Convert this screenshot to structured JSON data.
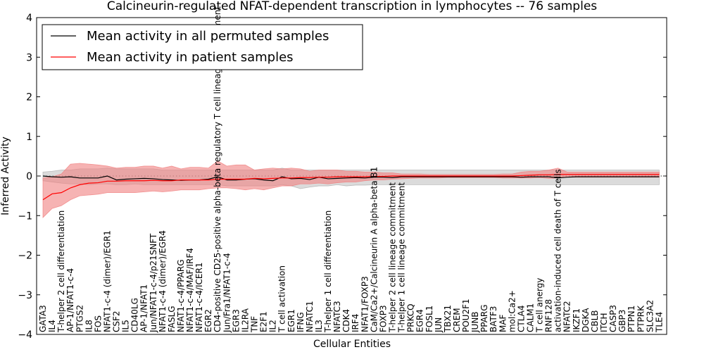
{
  "chart_data": {
    "type": "line",
    "title": "Calcineurin-regulated NFAT-dependent transcription in lymphocytes -- 76 samples",
    "xlabel": "Cellular Entities",
    "ylabel": "Inferred Activity",
    "ylim": [
      -4,
      4
    ],
    "yticks": [
      -4,
      -3,
      -2,
      -1,
      0,
      1,
      2,
      3,
      4
    ],
    "legend_position": "top-left",
    "categories": [
      "GATA3",
      "IL4",
      "T-helper 2 cell differentiation",
      "AP-1/NFAT1-c-4",
      "PTGS2",
      "IL8",
      "FOS",
      "NFAT1-c-4 (dimer)/EGR1",
      "CSF2",
      "IL5",
      "CD40LG",
      "AP-1/NFAT1",
      "Jun/NFAT1-c-4/p21SNFT",
      "NFAT1-c-4 (dimer)/EGR4",
      "FASLG",
      "NFAT1-c-4/PPARG",
      "NFAT1-c-4/MAF/IRF4",
      "NFAT1-c-4/ICER1",
      "EGR2",
      "CD4-positive CD25-positive alpha-beta regulatory T cell lineage commitment",
      "Jun/Fra1/NFAT1-c-4",
      "EGR3",
      "IL2RA",
      "TNF",
      "E2F1",
      "IL2",
      "T cell activation",
      "EGR1",
      "IFNG",
      "NFATC1",
      "IL3",
      "T-helper 1 cell differentiation",
      "NFATC3",
      "CDK4",
      "IRF4",
      "NFAT1/FOXP3",
      "CaM/Ca2+/Calcineurin A alpha-beta B1",
      "FOXP3",
      "T-helper 2 cell lineage commitment",
      "T-helper 1 cell lineage commitment",
      "PRKCQ",
      "EGR4",
      "FOSL1",
      "JUN",
      "TBX21",
      "CREM",
      "POU2F1",
      "JUNB",
      "PPARG",
      "BATF3",
      "MAF",
      "mol:Ca2+",
      "CTLA4",
      "CALM1",
      "T cell anergy",
      "RNF128",
      "activation-induced cell death of T cells",
      "NFATC2",
      "IKZF1",
      "DGKA",
      "CBLB",
      "ITCH",
      "CASP3",
      "GBP3",
      "PTPN1",
      "PTPRK",
      "SLC3A2",
      "TLE4"
    ],
    "series": [
      {
        "name": "Mean activity in all permuted samples",
        "color": "#000000",
        "band_color": "#b0b0b0",
        "values": [
          0,
          -0.02,
          -0.03,
          -0.02,
          -0.05,
          -0.05,
          -0.05,
          0.0,
          -0.1,
          -0.08,
          -0.07,
          -0.06,
          -0.07,
          -0.09,
          -0.1,
          -0.11,
          -0.1,
          -0.1,
          -0.08,
          -0.02,
          -0.1,
          -0.1,
          -0.08,
          -0.07,
          -0.1,
          -0.12,
          -0.02,
          -0.07,
          -0.06,
          -0.09,
          -0.03,
          -0.07,
          -0.06,
          -0.05,
          -0.04,
          -0.05,
          -0.03,
          -0.03,
          -0.04,
          -0.02,
          -0.02,
          -0.02,
          -0.02,
          -0.02,
          -0.02,
          -0.02,
          -0.02,
          -0.02,
          -0.02,
          -0.02,
          -0.02,
          -0.02,
          -0.03,
          -0.02,
          -0.02,
          -0.02,
          -0.05,
          -0.03,
          -0.02,
          -0.02,
          -0.02,
          -0.02,
          -0.02,
          -0.02,
          -0.02,
          -0.02,
          -0.02,
          -0.02
        ],
        "lower": [
          -0.12,
          -0.15,
          -0.18,
          -0.2,
          -0.2,
          -0.22,
          -0.2,
          -0.2,
          -0.22,
          -0.22,
          -0.2,
          -0.22,
          -0.22,
          -0.22,
          -0.22,
          -0.22,
          -0.22,
          -0.22,
          -0.22,
          -0.22,
          -0.25,
          -0.25,
          -0.25,
          -0.25,
          -0.25,
          -0.25,
          -0.22,
          -0.25,
          -0.32,
          -0.28,
          -0.25,
          -0.25,
          -0.22,
          -0.25,
          -0.23,
          -0.23,
          -0.22,
          -0.22,
          -0.22,
          -0.22,
          -0.22,
          -0.22,
          -0.22,
          -0.22,
          -0.22,
          -0.22,
          -0.22,
          -0.22,
          -0.22,
          -0.22,
          -0.22,
          -0.22,
          -0.22,
          -0.22,
          -0.22,
          -0.22,
          -0.22,
          -0.22,
          -0.22,
          -0.22,
          -0.22,
          -0.22,
          -0.22,
          -0.22,
          -0.22,
          -0.22,
          -0.22,
          -0.22
        ],
        "upper": [
          0.1,
          0.12,
          0.15,
          0.15,
          0.18,
          0.18,
          0.18,
          0.2,
          0.18,
          0.18,
          0.18,
          0.18,
          0.18,
          0.15,
          0.15,
          0.15,
          0.15,
          0.15,
          0.15,
          0.15,
          0.15,
          0.15,
          0.15,
          0.15,
          0.15,
          0.15,
          0.2,
          0.15,
          0.15,
          0.15,
          0.15,
          0.15,
          0.15,
          0.15,
          0.15,
          0.15,
          0.15,
          0.15,
          0.15,
          0.15,
          0.15,
          0.15,
          0.15,
          0.15,
          0.15,
          0.15,
          0.15,
          0.15,
          0.15,
          0.15,
          0.15,
          0.15,
          0.15,
          0.15,
          0.15,
          0.15,
          0.15,
          0.15,
          0.15,
          0.15,
          0.15,
          0.15,
          0.15,
          0.15,
          0.15,
          0.15,
          0.15,
          0.15
        ]
      },
      {
        "name": "Mean activity in patient samples",
        "color": "#ff0000",
        "band_color": "#f08080",
        "values": [
          -0.6,
          -0.45,
          -0.42,
          -0.3,
          -0.22,
          -0.18,
          -0.17,
          -0.13,
          -0.13,
          -0.12,
          -0.12,
          -0.12,
          -0.11,
          -0.12,
          -0.12,
          -0.1,
          -0.1,
          -0.1,
          -0.1,
          -0.08,
          -0.08,
          -0.08,
          -0.08,
          -0.06,
          -0.07,
          -0.06,
          -0.05,
          -0.05,
          -0.04,
          -0.04,
          -0.03,
          -0.03,
          -0.02,
          -0.02,
          -0.02,
          -0.02,
          -0.01,
          -0.01,
          0,
          0,
          0,
          0,
          0,
          0,
          0,
          0,
          0,
          0,
          0,
          0,
          0,
          0,
          0.01,
          0.02,
          0.03,
          0.03,
          0.04,
          0.04,
          0.04,
          0.04,
          0.04,
          0.04,
          0.04,
          0.04,
          0.04,
          0.04,
          0.04,
          0.04
        ],
        "lower": [
          -1.05,
          -0.82,
          -0.75,
          -0.6,
          -0.5,
          -0.48,
          -0.46,
          -0.42,
          -0.42,
          -0.42,
          -0.42,
          -0.4,
          -0.38,
          -0.4,
          -0.38,
          -0.35,
          -0.35,
          -0.35,
          -0.32,
          -0.3,
          -0.3,
          -0.32,
          -0.35,
          -0.32,
          -0.35,
          -0.3,
          -0.25,
          -0.25,
          -0.2,
          -0.2,
          -0.18,
          -0.2,
          -0.17,
          -0.15,
          -0.15,
          -0.12,
          -0.1,
          -0.1,
          -0.08,
          -0.07,
          -0.06,
          -0.05,
          -0.05,
          -0.05,
          -0.04,
          -0.04,
          -0.04,
          -0.04,
          -0.04,
          -0.04,
          -0.05,
          -0.05,
          -0.05,
          -0.05,
          -0.04,
          -0.06,
          -0.05,
          -0.03,
          -0.03,
          -0.03,
          -0.03,
          -0.03,
          -0.03,
          -0.03,
          -0.03,
          -0.03,
          -0.03,
          -0.03
        ],
        "upper": [
          -0.05,
          -0.02,
          0.05,
          0.3,
          0.32,
          0.3,
          0.28,
          0.25,
          0.2,
          0.22,
          0.22,
          0.25,
          0.25,
          0.2,
          0.25,
          0.18,
          0.22,
          0.22,
          0.2,
          0.38,
          0.25,
          0.28,
          0.28,
          0.15,
          0.18,
          0.2,
          0.18,
          0.2,
          0.18,
          0.12,
          0.15,
          0.15,
          0.15,
          0.12,
          0.12,
          0.1,
          0.1,
          0.08,
          0.08,
          0.05,
          0.05,
          0.05,
          0.04,
          0.04,
          0.04,
          0.04,
          0.04,
          0.04,
          0.04,
          0.04,
          0.05,
          0.05,
          0.1,
          0.12,
          0.12,
          0.15,
          0.2,
          0.1,
          0.1,
          0.1,
          0.1,
          0.1,
          0.1,
          0.1,
          0.1,
          0.1,
          0.1,
          0.1
        ]
      }
    ]
  }
}
